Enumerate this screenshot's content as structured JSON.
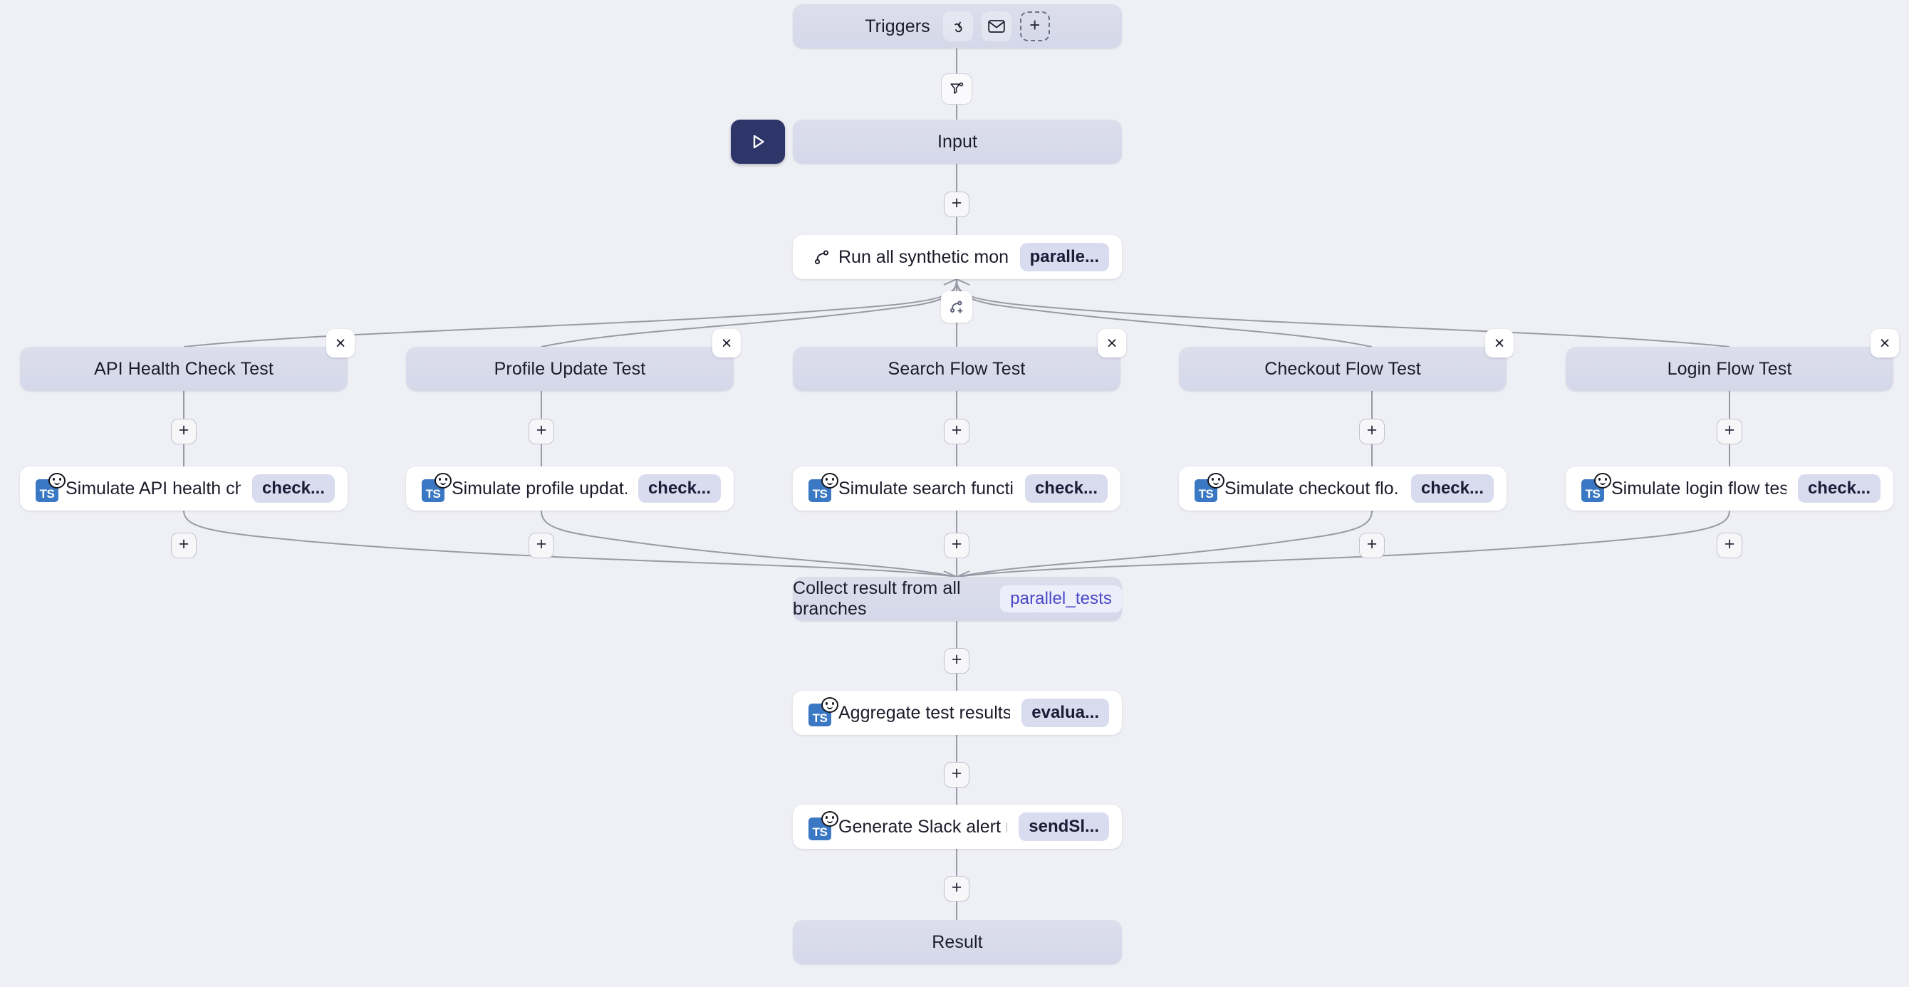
{
  "canvas": {
    "background": "#eff0f5",
    "node_fill": "#d8dbea",
    "accent_navy": "#2e3568",
    "badge_text": "#4b48c9"
  },
  "triggers": {
    "label": "Triggers",
    "icons": [
      {
        "name": "webhook-icon"
      },
      {
        "name": "email-icon"
      }
    ],
    "add_label": "+"
  },
  "edge_buttons": {
    "filter_settings": "filter-settings-icon",
    "branch_add": "branch-add-icon",
    "plus": "+"
  },
  "run_button": {
    "label": "",
    "icon": "play-icon"
  },
  "nodes": {
    "input": {
      "label": "Input"
    },
    "run_all": {
      "label": "Run all synthetic monit...",
      "badge": "paralle...",
      "icon": "branch-icon"
    },
    "collect": {
      "label": "Collect result from all branches",
      "badge": "parallel_tests"
    },
    "aggregate": {
      "label": "Aggregate test results ...",
      "badge": "evalua...",
      "icon": "typescript-icon"
    },
    "slack": {
      "label": "Generate Slack alert m...",
      "badge": "sendSl...",
      "icon": "typescript-icon"
    },
    "result": {
      "label": "Result"
    }
  },
  "branches": [
    {
      "title": "API Health Check Test",
      "step": {
        "label": "Simulate API health ch...",
        "badge": "check...",
        "icon": "typescript-icon"
      },
      "close": "×"
    },
    {
      "title": "Profile Update Test",
      "step": {
        "label": "Simulate profile updat...",
        "badge": "check...",
        "icon": "typescript-icon"
      },
      "close": "×"
    },
    {
      "title": "Search Flow Test",
      "step": {
        "label": "Simulate search functi...",
        "badge": "check...",
        "icon": "typescript-icon"
      },
      "close": "×"
    },
    {
      "title": "Checkout Flow Test",
      "step": {
        "label": "Simulate checkout flo...",
        "badge": "check...",
        "icon": "typescript-icon"
      },
      "close": "×"
    },
    {
      "title": "Login Flow Test",
      "step": {
        "label": "Simulate login flow test",
        "badge": "check...",
        "icon": "typescript-icon"
      },
      "close": "×"
    }
  ]
}
